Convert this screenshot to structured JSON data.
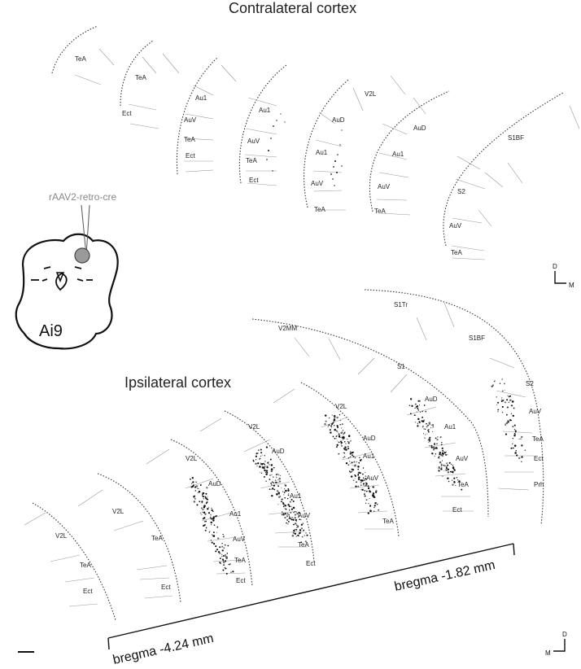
{
  "titles": {
    "contralateral": "Contralateral cortex",
    "ipsilateral": "Ipsilateral cortex"
  },
  "injection": {
    "virus_label": "rAAV2-retro-cre",
    "mouse_line": "Ai9"
  },
  "bregma": {
    "posterior": "bregma -4.24 mm",
    "anterior": "bregma -1.82 mm"
  },
  "orientation": {
    "dorsal": "D",
    "medial": "M"
  },
  "contralateral_sections": [
    {
      "labels": [
        "TeA"
      ]
    },
    {
      "labels": [
        "TeA",
        "Ect"
      ]
    },
    {
      "labels": [
        "Au1",
        "AuV",
        "TeA",
        "Ect"
      ]
    },
    {
      "labels": [
        "Au1",
        "AuV",
        "TeA",
        "Ect"
      ]
    },
    {
      "labels": [
        "V2L",
        "AuD",
        "Au1",
        "AuV",
        "TeA"
      ]
    },
    {
      "labels": [
        "AuD",
        "Au1",
        "AuV",
        "TeA"
      ]
    },
    {
      "labels": [
        "S1BF",
        "S2",
        "AuV",
        "TeA"
      ]
    }
  ],
  "ipsilateral_sections": [
    {
      "labels": [
        "V2L",
        "TeA",
        "Ect"
      ]
    },
    {
      "labels": [
        "V2L",
        "TeA",
        "Ect"
      ]
    },
    {
      "labels": [
        "V2L",
        "AuD",
        "Au1",
        "AuV",
        "TeA",
        "Ect"
      ]
    },
    {
      "labels": [
        "V2L",
        "AuD",
        "Au1",
        "AuV",
        "TeA",
        "Ect"
      ]
    },
    {
      "labels": [
        "V2L",
        "AuD",
        "Au1",
        "AuV",
        "TeA"
      ]
    },
    {
      "labels": [
        "S1",
        "AuD",
        "Au1",
        "AuV",
        "TeA",
        "Ect"
      ]
    },
    {
      "labels": [
        "V2MM",
        "S1Tr",
        "S1BF",
        "S2",
        "AuV",
        "TeA",
        "Ect",
        "Prh"
      ]
    }
  ]
}
